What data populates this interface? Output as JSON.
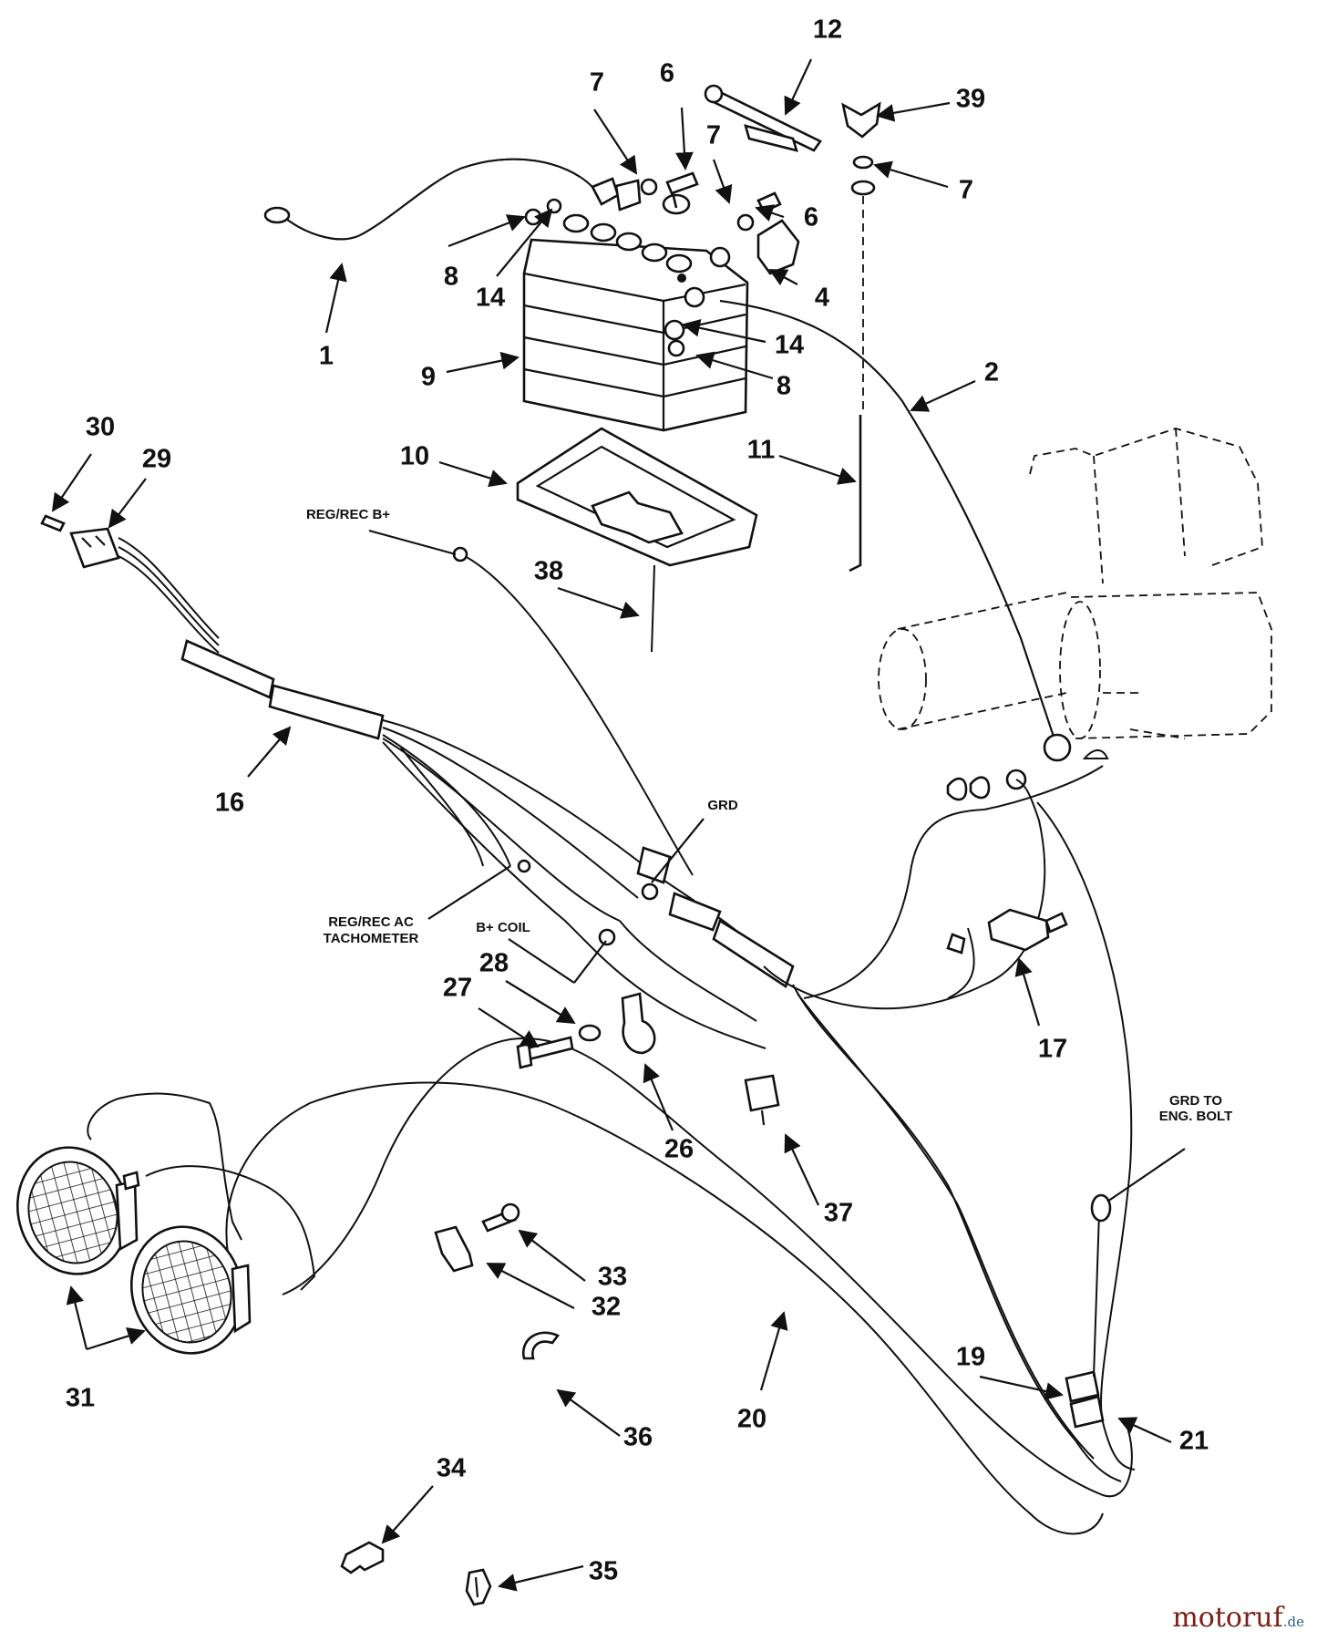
{
  "callouts": [
    {
      "id": "c1",
      "text": "1"
    },
    {
      "id": "c2",
      "text": "2"
    },
    {
      "id": "c4",
      "text": "4"
    },
    {
      "id": "c6a",
      "text": "6"
    },
    {
      "id": "c6b",
      "text": "6"
    },
    {
      "id": "c7a",
      "text": "7"
    },
    {
      "id": "c7b",
      "text": "7"
    },
    {
      "id": "c7c",
      "text": "7"
    },
    {
      "id": "c8a",
      "text": "8"
    },
    {
      "id": "c8b",
      "text": "8"
    },
    {
      "id": "c9",
      "text": "9"
    },
    {
      "id": "c10",
      "text": "10"
    },
    {
      "id": "c11",
      "text": "11"
    },
    {
      "id": "c12",
      "text": "12"
    },
    {
      "id": "c14a",
      "text": "14"
    },
    {
      "id": "c14b",
      "text": "14"
    },
    {
      "id": "c16",
      "text": "16"
    },
    {
      "id": "c17",
      "text": "17"
    },
    {
      "id": "c19",
      "text": "19"
    },
    {
      "id": "c20",
      "text": "20"
    },
    {
      "id": "c21",
      "text": "21"
    },
    {
      "id": "c26",
      "text": "26"
    },
    {
      "id": "c27",
      "text": "27"
    },
    {
      "id": "c28",
      "text": "28"
    },
    {
      "id": "c29",
      "text": "29"
    },
    {
      "id": "c30",
      "text": "30"
    },
    {
      "id": "c31",
      "text": "31"
    },
    {
      "id": "c32",
      "text": "32"
    },
    {
      "id": "c33",
      "text": "33"
    },
    {
      "id": "c34",
      "text": "34"
    },
    {
      "id": "c35",
      "text": "35"
    },
    {
      "id": "c36",
      "text": "36"
    },
    {
      "id": "c37",
      "text": "37"
    },
    {
      "id": "c38",
      "text": "38"
    },
    {
      "id": "c39",
      "text": "39"
    }
  ],
  "labels": {
    "reg_rec_b_plus": "REG/REC B+",
    "grd": "GRD",
    "reg_rec_ac": "REG/REC AC",
    "tachometer": "TACHOMETER",
    "b_plus_coil": "B+ COIL",
    "grd_to": "GRD TO",
    "eng_bolt": "ENG. BOLT"
  },
  "watermark": {
    "name": "motoruf",
    "tld": ".de"
  }
}
